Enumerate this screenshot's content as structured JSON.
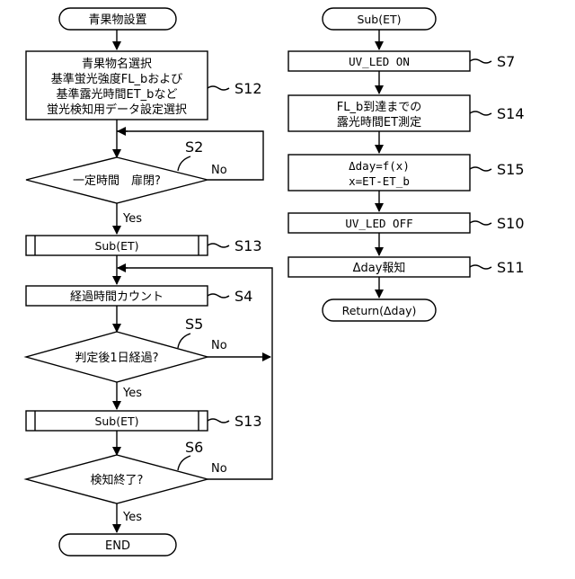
{
  "left": {
    "start": "青果物設置",
    "s12": [
      "青果物名選択",
      "基準蛍光強度FL_bおよび",
      "基準露光時間ET_bなど",
      "蛍光検知用データ設定選択"
    ],
    "s12_label": "S12",
    "s2_label": "S2",
    "s2_text": "一定時間　扉閉?",
    "s2_no": "No",
    "s2_yes": "Yes",
    "s13a_text": "Sub(ET)",
    "s13a_label": "S13",
    "s4_text": "経過時間カウント",
    "s4_label": "S4",
    "s5_label": "S5",
    "s5_text": "判定後1日経過?",
    "s5_no": "No",
    "s5_yes": "Yes",
    "s13b_text": "Sub(ET)",
    "s13b_label": "S13",
    "s6_label": "S6",
    "s6_text": "検知終了?",
    "s6_no": "No",
    "s6_yes": "Yes",
    "end": "END"
  },
  "right": {
    "start": "Sub(ET)",
    "s7_text": "UV_LED ON",
    "s7_label": "S7",
    "s14_text": [
      "FL_b到達までの",
      "露光時間ET測定"
    ],
    "s14_label": "S14",
    "s15_text": [
      "Δday=f(x)",
      "x=ET-ET_b"
    ],
    "s15_label": "S15",
    "s10_text": "UV_LED OFF",
    "s10_label": "S10",
    "s11_text": "Δday報知",
    "s11_label": "S11",
    "end": "Return(Δday)"
  }
}
